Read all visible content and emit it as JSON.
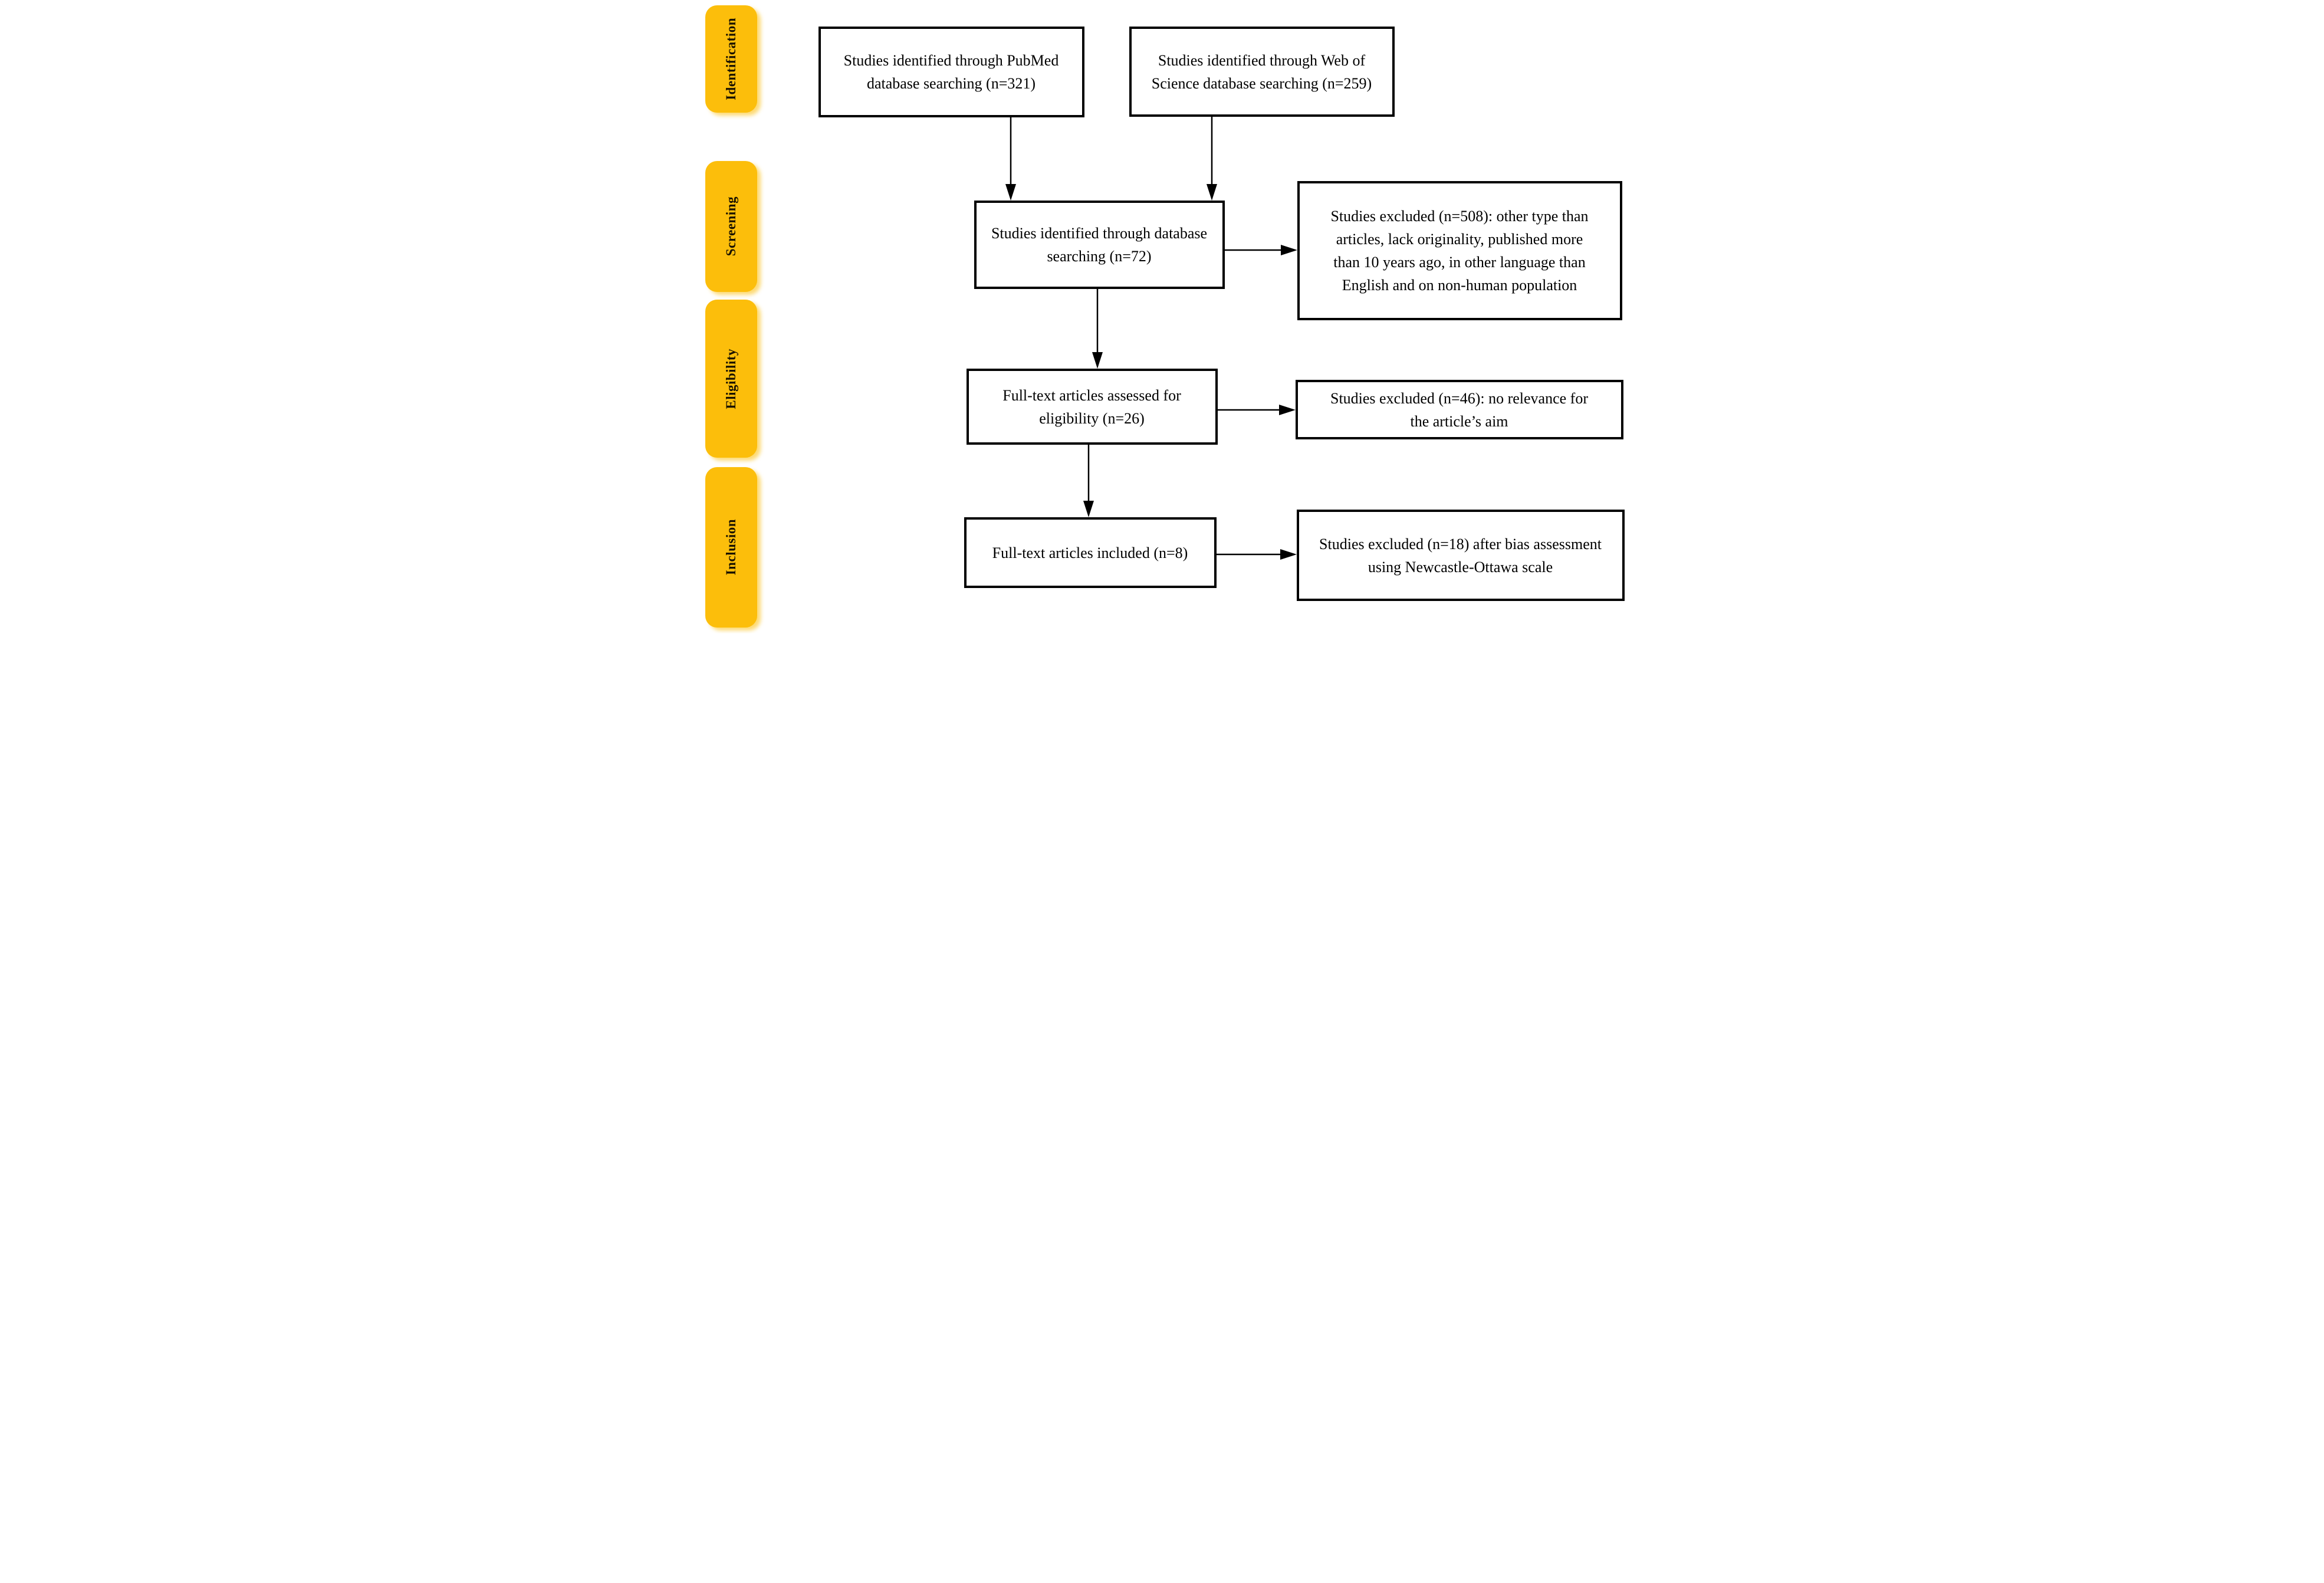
{
  "colors": {
    "stage_tab_fill": "#FCBE0B",
    "stage_tab_text": "#1A1200",
    "stage_tab_glow": "#FCCD46",
    "box_border": "#000000",
    "box_text": "#000000",
    "arrow": "#000000",
    "background": "#FFFFFF"
  },
  "stages": [
    {
      "label": "Identification"
    },
    {
      "label": "Screening"
    },
    {
      "label": "Eligibility"
    },
    {
      "label": "Inclusion"
    }
  ],
  "boxes": {
    "pubmed": {
      "text": "Studies identified through PubMed database searching (n=321)",
      "n": 321
    },
    "web_of_science": {
      "text": "Studies identified through Web of Science database searching (n=259)",
      "n": 259
    },
    "pooled": {
      "text": "Studies identified through database searching (n=72)",
      "n": 72
    },
    "excluded_screening": {
      "text": "Studies excluded (n=508): other type than articles, lack originality, published more than 10 years ago, in other language than English and on non-human population",
      "n": 508
    },
    "fulltext_assessed": {
      "text": "Full-text articles assessed for eligibility (n=26)",
      "n": 26
    },
    "excluded_relevance": {
      "text": "Studies excluded (n=46): no relevance for the article’s aim",
      "n": 46
    },
    "fulltext_included": {
      "text": "Full-text articles included (n=8)",
      "n": 8
    },
    "excluded_bias": {
      "text": "Studies excluded (n=18) after bias assessment using Newcastle-Ottawa scale",
      "n": 18
    }
  }
}
